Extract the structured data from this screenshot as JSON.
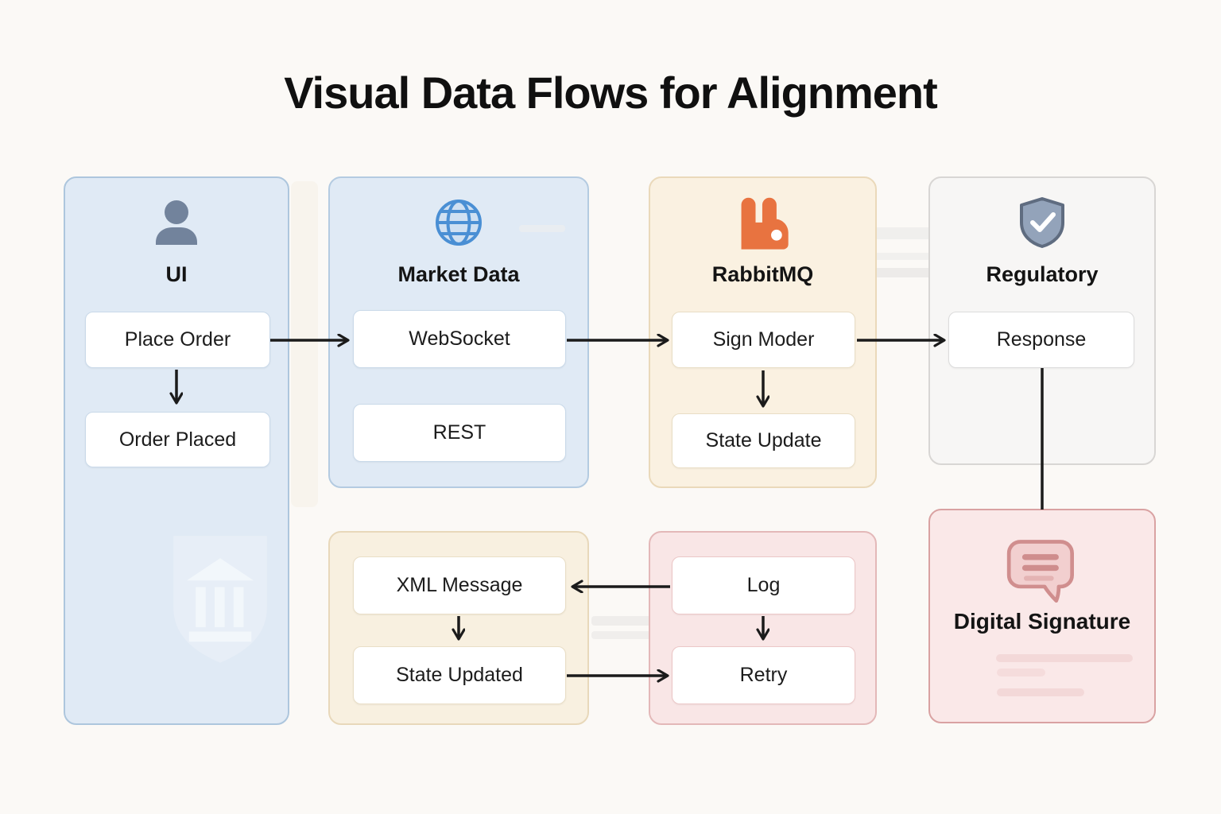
{
  "title": "Visual Data Flows for Alignment",
  "panels": {
    "ui": {
      "title": "UI",
      "icon": "user-icon",
      "nodes": {
        "place_order": "Place Order",
        "order_placed": "Order Placed"
      }
    },
    "market_data": {
      "title": "Market Data",
      "icon": "globe-icon",
      "nodes": {
        "websocket": "WebSocket",
        "rest": "REST"
      }
    },
    "rabbitmq": {
      "title": "RabbitMQ",
      "icon": "rabbit-icon",
      "nodes": {
        "sign_moder": "Sign Moder",
        "state_update": "State Update"
      }
    },
    "regulatory": {
      "title": "Regulatory",
      "icon": "shield-check-icon",
      "nodes": {
        "response": "Response"
      }
    },
    "processing": {
      "nodes": {
        "xml_message": "XML Message",
        "state_updated": "State Updated"
      }
    },
    "errors": {
      "nodes": {
        "log": "Log",
        "retry": "Retry"
      }
    },
    "digital_signature": {
      "title": "Digital Signature",
      "icon": "speech-bubble-icon"
    }
  },
  "edges": [
    {
      "from": "Place Order",
      "to": "WebSocket",
      "style": "arrow"
    },
    {
      "from": "Place Order",
      "to": "Order Placed",
      "style": "arrow"
    },
    {
      "from": "WebSocket",
      "to": "Sign Moder",
      "style": "arrow"
    },
    {
      "from": "Sign Moder",
      "to": "State Update",
      "style": "arrow"
    },
    {
      "from": "Sign Moder",
      "to": "Response",
      "style": "arrow"
    },
    {
      "from": "Response",
      "to": "Digital Signature",
      "style": "line"
    },
    {
      "from": "Log",
      "to": "XML Message",
      "style": "arrow"
    },
    {
      "from": "XML Message",
      "to": "State Updated",
      "style": "arrow"
    },
    {
      "from": "State Updated",
      "to": "Retry",
      "style": "arrow"
    },
    {
      "from": "Log",
      "to": "Retry",
      "style": "arrow"
    }
  ],
  "colors": {
    "page_bg": "#fbf9f6",
    "blue_panel": "#e0eaf5",
    "cream_panel": "#faf1e1",
    "pink_panel": "#f9e6e6",
    "gray_panel": "#f7f6f5",
    "rabbit_orange": "#e87340",
    "globe_blue": "#4a8fd4",
    "person_slate": "#72839c",
    "shield_slate": "#93a3ba",
    "bubble_pink": "#d89090",
    "arrow": "#1b1b1b"
  }
}
